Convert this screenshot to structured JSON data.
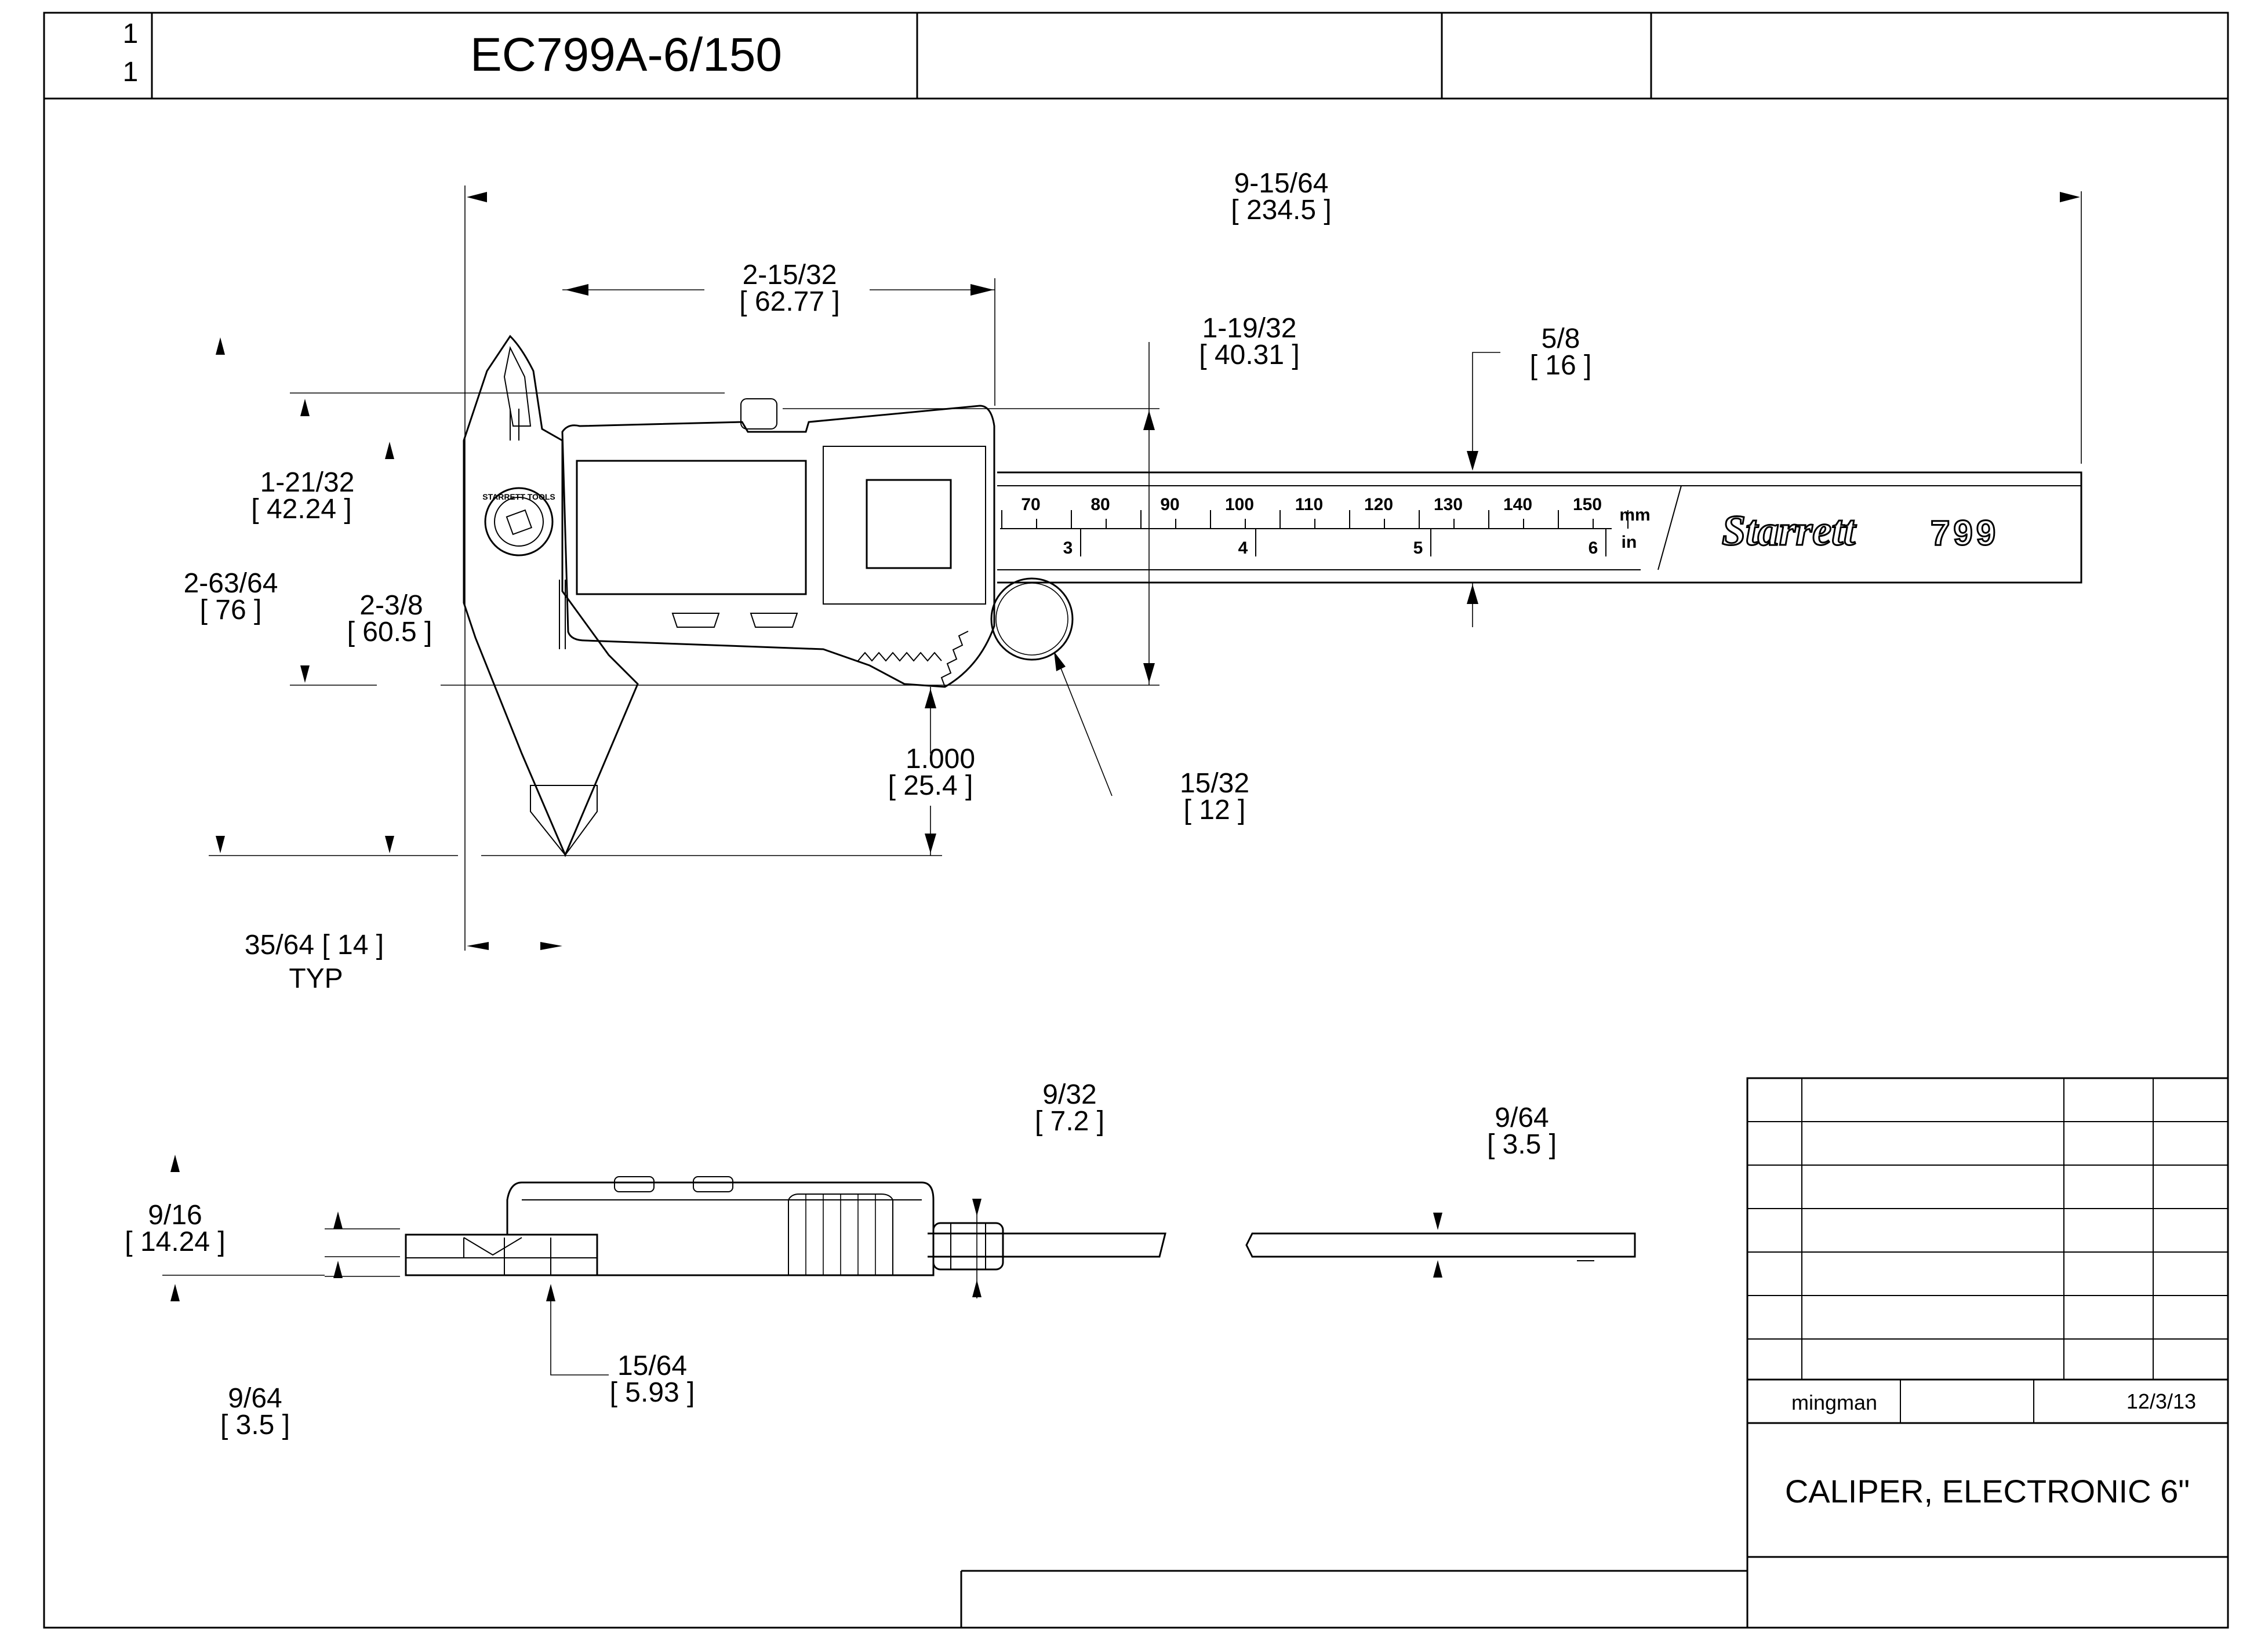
{
  "title_block": {
    "sheet_top": "1",
    "sheet_bottom": "1",
    "part_number": "EC799A-6/150",
    "drawn_by": "mingman",
    "date": "12/3/13",
    "description": "CALIPER, ELECTRONIC 6\""
  },
  "dimensions": {
    "overall_length": {
      "in": "9-15/64",
      "mm": "[ 234.5 ]"
    },
    "head_length": {
      "in": "2-15/32",
      "mm": "[ 62.77 ]"
    },
    "head_height": {
      "in": "1-19/32",
      "mm": "[ 40.31 ]"
    },
    "beam_width": {
      "in": "5/8",
      "mm": "[ 16 ]"
    },
    "upper_jaw": {
      "in": "1-21/32",
      "mm": "[ 42.24 ]"
    },
    "total_height": {
      "in": "2-63/64",
      "mm": "[ 76 ]"
    },
    "lower_jaw": {
      "in": "2-3/8",
      "mm": "[ 60.5 ]"
    },
    "thumb_offset": {
      "in": "1.000",
      "mm": "[ 25.4 ]"
    },
    "thumb_wheel": {
      "in": "15/32",
      "mm": "[ 12 ]"
    },
    "jaw_width": {
      "in": "35/64 [ 14 ]",
      "note": "TYP"
    },
    "side_offset": {
      "in": "9/32",
      "mm": "[ 7.2 ]"
    },
    "beam_thickness": {
      "in": "9/64",
      "mm": "[ 3.5 ]"
    },
    "side_height": {
      "in": "9/16",
      "mm": "[ 14.24 ]"
    },
    "blade_depth": {
      "in": "15/64",
      "mm": "[ 5.93 ]"
    },
    "side_thickness": {
      "in": "9/64",
      "mm": "[ 3.5 ]"
    }
  },
  "scale": {
    "mm_labels": [
      "70",
      "80",
      "90",
      "100",
      "110",
      "120",
      "130",
      "140",
      "150"
    ],
    "in_labels": [
      "3",
      "4",
      "5",
      "6"
    ],
    "mm_unit": "mm",
    "in_unit": "in"
  },
  "branding": {
    "logo": "Starrett",
    "model": "799",
    "seal_text": "STARRETT TOOLS"
  }
}
